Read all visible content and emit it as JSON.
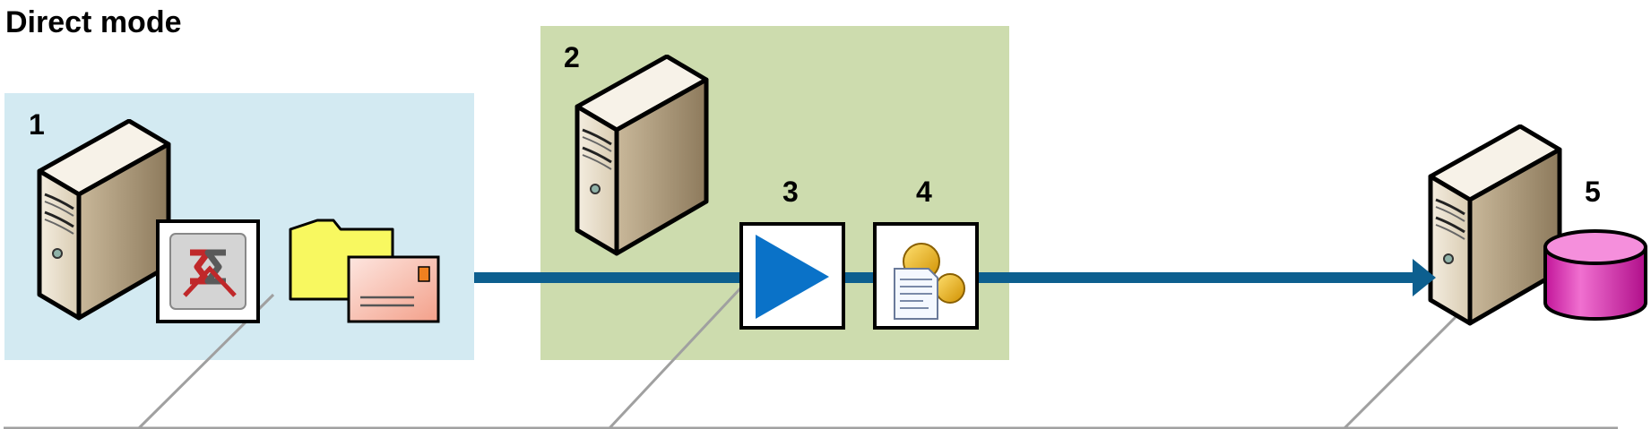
{
  "title": "Direct mode",
  "steps": [
    {
      "label": "1"
    },
    {
      "label": "2"
    },
    {
      "label": "3"
    },
    {
      "label": "4"
    },
    {
      "label": "5"
    }
  ],
  "colors": {
    "region_exchange": "#d3eaf2",
    "region_connector": "#cddcae",
    "flow_arrow": "#0d5f8f",
    "play_blue": "#0a72c8",
    "database": "#e020b0",
    "callout_line": "#a0a0a0"
  },
  "icons": [
    "server-icon",
    "exchange-icon",
    "mail-folder-icon",
    "play-icon",
    "config-document-icon",
    "database-icon"
  ]
}
